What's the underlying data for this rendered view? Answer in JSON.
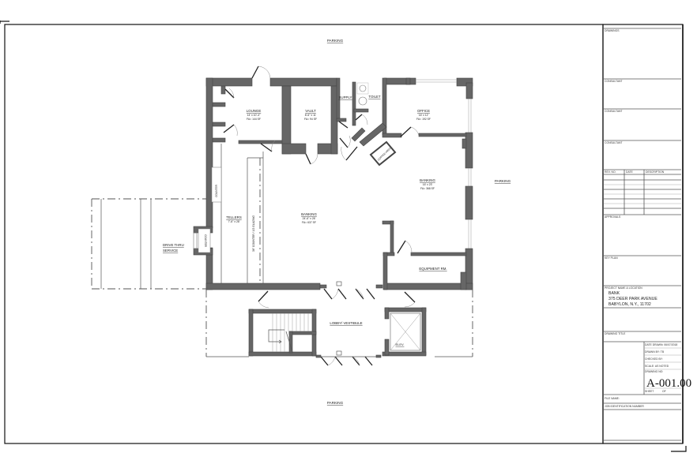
{
  "sheet": {
    "drawing_number": "A-001.00",
    "labels": {
      "parking_top": "PARKING",
      "parking_right": "PARKING",
      "parking_bottom": "PARKING"
    }
  },
  "rooms": {
    "lounge": {
      "name": "LOUNGE",
      "dims": "14' x 10'-4\"",
      "area": "FA= 144 SF"
    },
    "vault": {
      "name": "VAULT",
      "dims": "8'-6\" x 11'",
      "area": "FA= 94 SF"
    },
    "supply": {
      "name": "SUPPLY"
    },
    "toilet": {
      "name": "TOILET"
    },
    "office": {
      "name": "OFFICE",
      "dims": "16' x 12'",
      "area": "FA= 192 SF"
    },
    "coffee_area": {
      "name": "COFFEE AREA"
    },
    "banking_main": {
      "name": "BANKING",
      "dims": "24'-6\" x 26'",
      "area": "FA= 637 SF"
    },
    "banking_right": {
      "name": "BANKING",
      "dims": "16' x 23'",
      "area": "FA= 368 SF"
    },
    "tellers": {
      "name": "TELLERS",
      "dims": "7'-6\" x 28'"
    },
    "teller_counter": {
      "name": "36\" COUNTER / 1/2 GLAZING"
    },
    "counter_upper": {
      "name": "COUNTER"
    },
    "counter_window": {
      "name": "COUNTER"
    },
    "equipment": {
      "name": "EQUIPMENT RM."
    },
    "lobby": {
      "name": "LOBBY/ VESTIBULE"
    },
    "elevator": {
      "name": "ELEV."
    },
    "drive_thru": {
      "line1": "DRIVE THRU",
      "line2": "SERVICE"
    }
  },
  "title_block": {
    "drawings_label": "DRAWINGS",
    "consultant_1": "CONSULTANT",
    "consultant_2": "CONSULTANT",
    "consultant_3": "CONSULTANT",
    "revision_table": {
      "headers": [
        "REV. NO.",
        "DATE",
        "DESCRIPTION"
      ],
      "rows": 7
    },
    "approvals_label": "APPROVALS",
    "key_plan_label": "KEY PLAN",
    "project_label": "PROJECT NAME & LOCATION",
    "project_name": "BANK",
    "project_address_1": "375 DEER PARK AVENUE",
    "project_address_2": "BABYLON, N.Y., 11702",
    "drawing_title_label": "DRAWING TITLE",
    "date_drawn": "DATE DRAWN: 06/07/2018",
    "drawn_by": "DRAWN BY:   TB",
    "checked_by": "CHECKED BY:",
    "scale": "SCALE: AS NOTED",
    "drawing_no_label": "DRAWING NO:",
    "drawing_no": "A-001.00",
    "sheet": "SHEET",
    "sheet_of": "OF",
    "file_name_label": "FILE NAME:",
    "job_id_label": "JOB IDENTIFICATION NUMBER"
  }
}
